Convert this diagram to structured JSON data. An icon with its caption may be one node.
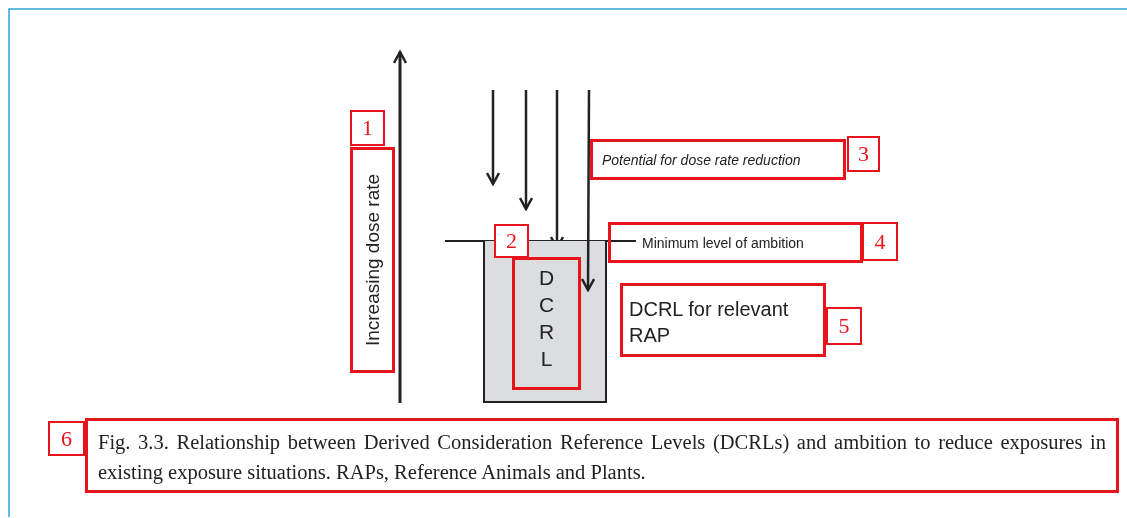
{
  "diagram": {
    "caption": "Fig. 3.3.  Relationship between Derived Consideration Reference Levels (DCRLs) and ambition to reduce exposures in existing exposure situations. RAPs, Reference Animals and Plants.",
    "nodes": [
      {
        "text": [
          "D C R L"
        ]
      }
    ],
    "labels": [
      "1",
      "Increasing dose rate",
      "Potential for dose rate reduction",
      "3",
      "2",
      "Minimum level of ambition",
      "4",
      "DCRL for relevant RAP",
      "5",
      "6"
    ]
  }
}
